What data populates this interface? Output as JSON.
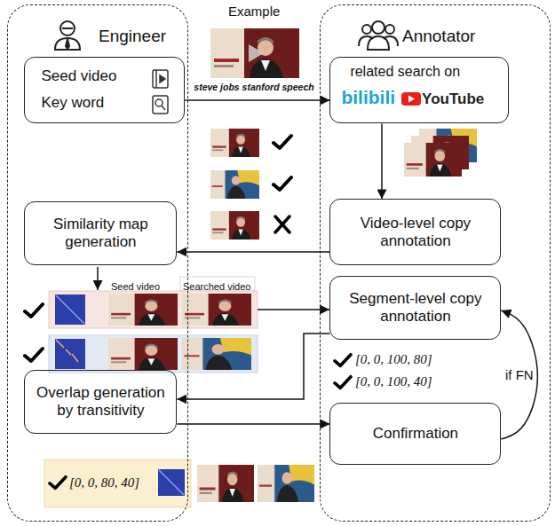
{
  "diagram": {
    "nodes": [
      {
        "text": [
          "Engineer"
        ]
      },
      {
        "text": [
          "Seed video",
          "Key word"
        ],
        "in": 0
      },
      {
        "text": [
          "Similarity map generation"
        ],
        "in": 0
      },
      {
        "text": [
          "Overlap generation by transitivity"
        ],
        "in": 0
      },
      {
        "text": [
          "Annotator"
        ]
      },
      {
        "text": [
          "related search on",
          "bilibili",
          "YouTube"
        ],
        "in": 4
      },
      {
        "text": [
          "Video-level copy annotation"
        ],
        "in": 4
      },
      {
        "text": [
          "Segment-level copy annotation"
        ],
        "in": 4
      },
      {
        "text": [
          "Confirmation"
        ],
        "in": 4
      }
    ],
    "edges": [
      {
        "from": 1,
        "to": 5,
        "arrow": "to"
      },
      {
        "from": 5,
        "to": 6,
        "arrow": "to"
      },
      {
        "from": 6,
        "to": 2,
        "arrow": "to"
      },
      {
        "from": 7,
        "to": 3,
        "arrow": "to"
      },
      {
        "from": 3,
        "to": 8,
        "arrow": "to"
      },
      {
        "from": 8,
        "to": 7,
        "label": "if FN",
        "arrow": "to"
      }
    ],
    "labels": [
      "Example",
      "steve jobs stanford speech",
      "Seed video",
      "Searched video",
      "[0, 0, 100, 80]",
      "[0, 0, 100, 40]",
      "[0, 0, 80, 40]"
    ]
  }
}
